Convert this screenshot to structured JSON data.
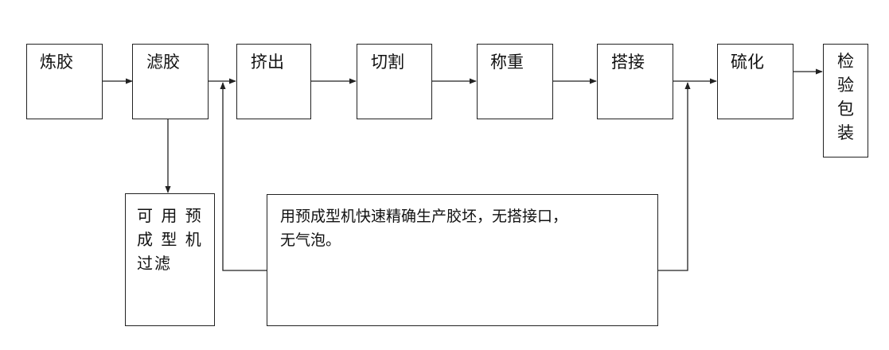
{
  "diagram": {
    "steps": [
      {
        "id": "s1",
        "label": "炼胶"
      },
      {
        "id": "s2",
        "label": "滤胶"
      },
      {
        "id": "s3",
        "label": "挤出"
      },
      {
        "id": "s4",
        "label": "切割"
      },
      {
        "id": "s5",
        "label": "称重"
      },
      {
        "id": "s6",
        "label": "搭接"
      },
      {
        "id": "s7",
        "label": "硫化"
      },
      {
        "id": "s8",
        "label": "检\n验\n包\n装"
      }
    ],
    "side_note": "可 用 预\n成 型 机\n过滤",
    "bypass_note": "用预成型机快速精确生产胶坯，无搭接口，\n无气泡。",
    "colors": {
      "line": "#222222",
      "background": "#ffffff"
    }
  }
}
